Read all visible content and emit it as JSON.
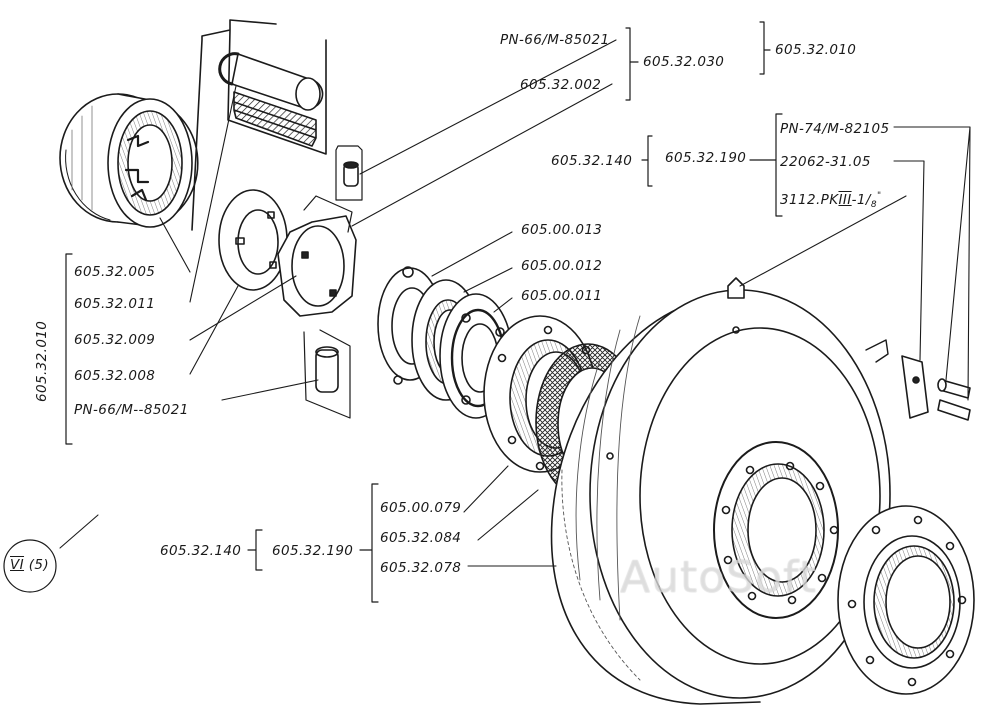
{
  "labels": {
    "top_pn": "PN-66/M-85021",
    "top_030": "605.32.030",
    "top_010": "605.32.010",
    "top_002": "605.32.002",
    "mid_140": "605.32.140",
    "mid_190": "605.32.190",
    "pn74": "PN-74/M-82105",
    "std_22062": "22062-31.05",
    "pk_prefix": "3112.PK",
    "pk_roman": "III",
    "pk_suffix_1": "-1",
    "pk_suffix_slash": "/",
    "pk_suffix_8": "8",
    "pk_quote": "\"",
    "l_013": "605.00.013",
    "l_012": "605.00.012",
    "l_011": "605.00.011",
    "left_group": "605.32.010",
    "left_005": "605.32.005",
    "left_011": "605.32.011",
    "left_009": "605.32.009",
    "left_008": "605.32.008",
    "left_pn": "PN-66/M--85021",
    "bot_140": "605.32.140",
    "bot_190": "605.32.190",
    "bot_079": "605.00.079",
    "bot_084": "605.32.084",
    "bot_078": "605.32.078",
    "view_roman": "VI",
    "view_num": "(5)",
    "watermark": "AutoSoft"
  }
}
